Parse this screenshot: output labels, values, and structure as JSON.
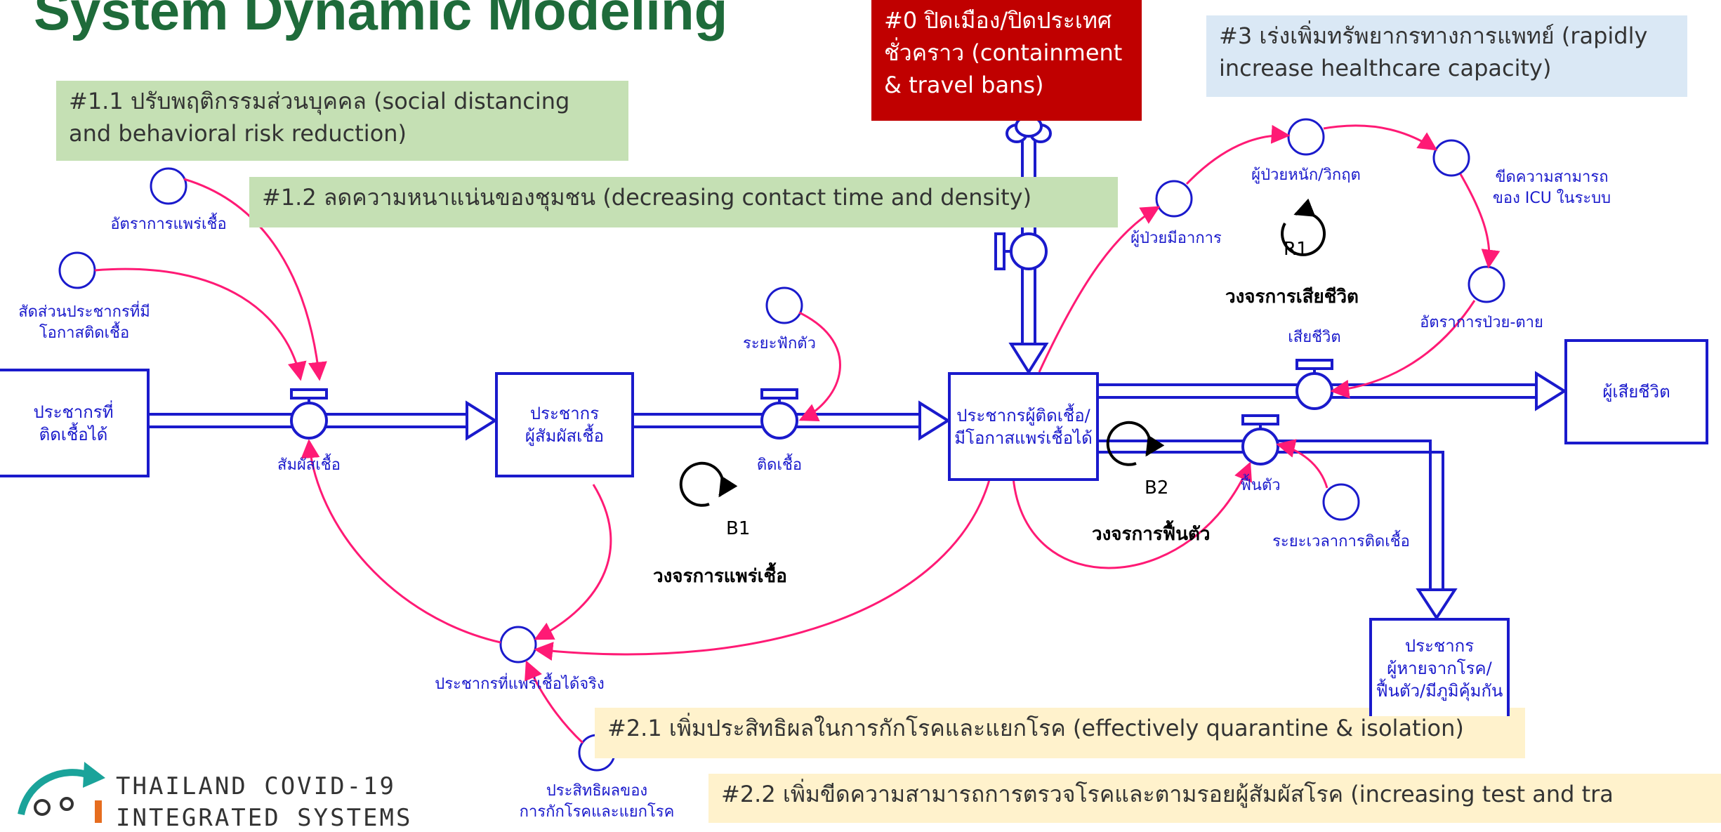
{
  "title": "System Dynamic Modeling",
  "notes": {
    "n0": "#0 ปิดเมือง/ปิดประเทศ ชั่วคราว (containment & travel bans)",
    "n11": "#1.1 ปรับพฤติกรรมส่วนบุคคล (social distancing and behavioral risk reduction)",
    "n12": "#1.2 ลดความหนาแน่นของชุมชน (decreasing contact time and density)",
    "n3": "#3 เร่งเพิ่มทรัพยากรทางการแพทย์ (rapidly increase healthcare capacity)",
    "n21": "#2.1 เพิ่มประสิทธิผลในการกักโรคและแยกโรค (effectively quarantine & isolation)",
    "n22": "#2.2 เพิ่มขีดความสามารถการตรวจโรคและตามรอยผู้สัมผัสโรค (increasing test and tra"
  },
  "stocks": {
    "susceptible": "ประชากรที่\nติดเชื้อได้",
    "exposed": "ประชากร\nผู้สัมผัสเชื้อ",
    "infected": "ประชากรผู้ติดเชื้อ/\nมีโอกาสแพร่เชื้อได้",
    "dead": "ผู้เสียชีวิต",
    "recovered": "ประชากร\nผู้หายจากโรค/\nฟื้นตัว/มีภูมิคุ้มกัน"
  },
  "flows": {
    "contact": "สัมผัสเชื้อ",
    "infect": "ติดเชื้อ",
    "death": "เสียชีวิต",
    "recover": "ฟื้นตัว"
  },
  "auxiliaries": {
    "transmission_rate": "อัตราการแพร่เชื้อ",
    "at_risk_share": "สัดส่วนประชากรที่มี\nโอกาสติดเชื้อ",
    "incubation": "ระยะฟักตัว",
    "symptomatic": "ผู้ป่วยมีอาการ",
    "critical": "ผู้ป่วยหนัก/วิกฤต",
    "icu_capacity": "ขีดความสามารถ\nของ ICU ในระบบ",
    "fatality_rate": "อัตราการป่วย-ตาย",
    "infection_duration": "ระยะเวลาการติดเชื้อ",
    "effective_spreaders": "ประชากรที่แพร่เชื้อได้จริง",
    "quarantine_effectiveness": "ประสิทธิผลของ\nการกักโรคและแยกโรค"
  },
  "loops": {
    "r1": {
      "id": "R1",
      "name": "วงจรการเสียชีวิต"
    },
    "b1": {
      "id": "B1",
      "name": "วงจรการแพร่เชื้อ"
    },
    "b2": {
      "id": "B2",
      "name": "วงจรการฟื้นตัว"
    }
  },
  "logo": {
    "line1": "THAILAND COVID-19",
    "line2": "INTEGRATED SYSTEMS"
  },
  "colors": {
    "title": "#1e6b3a",
    "stock_border": "#1a1acc",
    "link": "#ff1a75",
    "note_red": "#c00000",
    "note_green": "#c5e0b4",
    "note_blue": "#dae8f5",
    "note_yellow": "#fff2cc"
  }
}
